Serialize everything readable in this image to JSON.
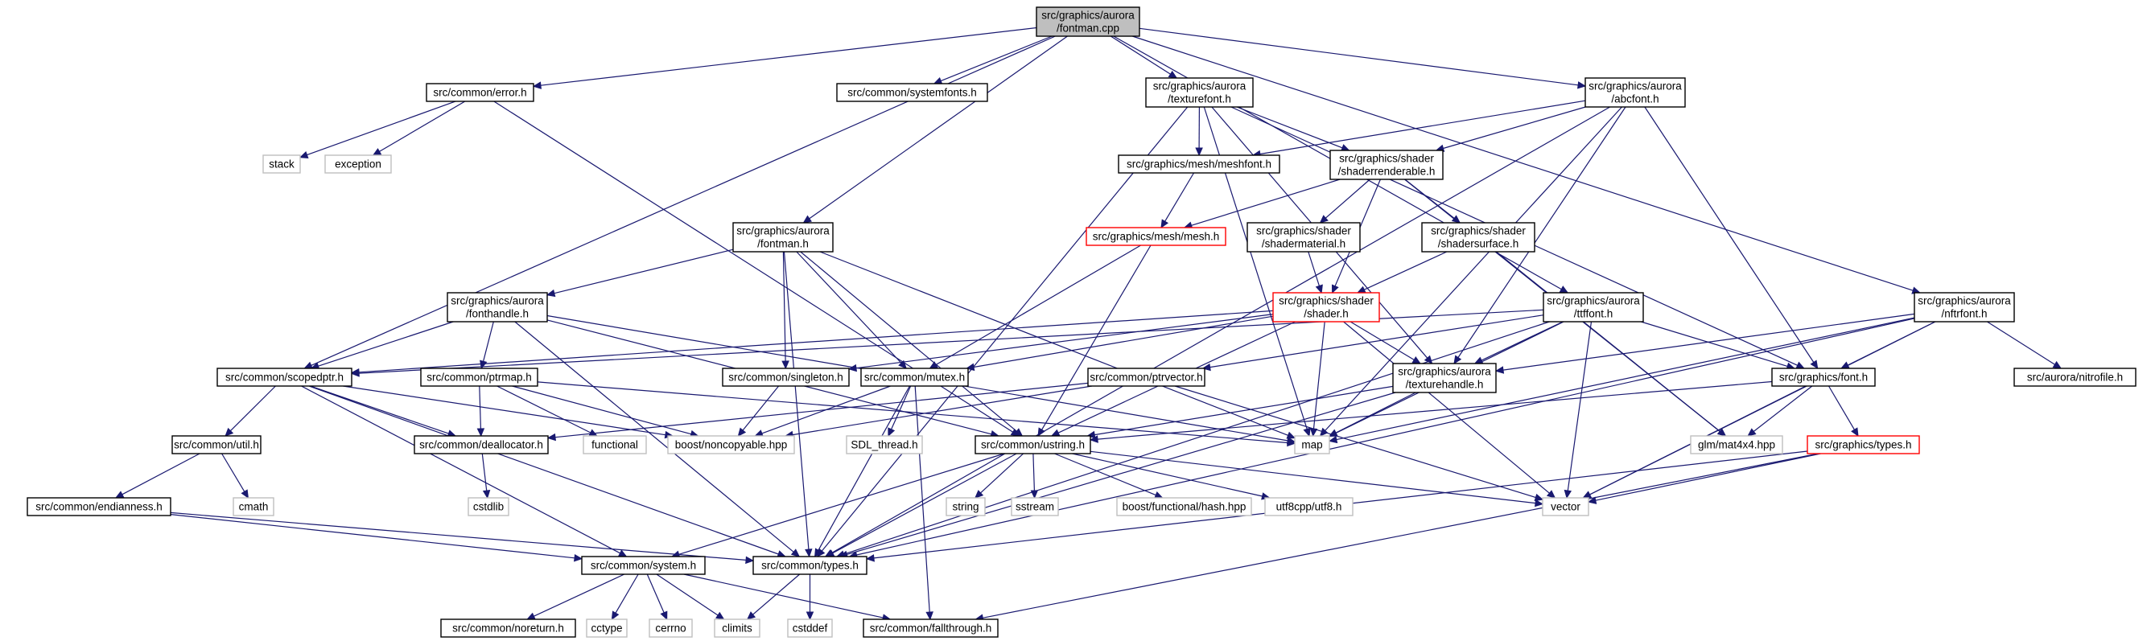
{
  "colors": {
    "edge": "#191970",
    "normal_border": "#000000",
    "incomplete_border": "#ff0000",
    "system_border": "#bfbfbf",
    "root_fill": "#bfbfbf",
    "fill": "#ffffff"
  },
  "nodes": [
    {
      "id": "fontman_cpp",
      "lines": [
        "src/graphics/aurora",
        "/fontman.cpp"
      ],
      "kind": "root"
    },
    {
      "id": "error_h",
      "lines": [
        "src/common/error.h"
      ],
      "kind": "normal"
    },
    {
      "id": "systemfonts_h",
      "lines": [
        "src/common/systemfonts.h"
      ],
      "kind": "normal"
    },
    {
      "id": "texturefont_h",
      "lines": [
        "src/graphics/aurora",
        "/texturefont.h"
      ],
      "kind": "normal"
    },
    {
      "id": "abcfont_h",
      "lines": [
        "src/graphics/aurora",
        "/abcfont.h"
      ],
      "kind": "normal"
    },
    {
      "id": "stack",
      "lines": [
        "stack"
      ],
      "kind": "system"
    },
    {
      "id": "exception",
      "lines": [
        "exception"
      ],
      "kind": "system"
    },
    {
      "id": "meshfont_h",
      "lines": [
        "src/graphics/mesh/meshfont.h"
      ],
      "kind": "normal"
    },
    {
      "id": "shaderrenderable_h",
      "lines": [
        "src/graphics/shader",
        "/shaderrenderable.h"
      ],
      "kind": "normal"
    },
    {
      "id": "fontman_h",
      "lines": [
        "src/graphics/aurora",
        "/fontman.h"
      ],
      "kind": "normal"
    },
    {
      "id": "mesh_h",
      "lines": [
        "src/graphics/mesh/mesh.h"
      ],
      "kind": "incomplete"
    },
    {
      "id": "shadermaterial_h",
      "lines": [
        "src/graphics/shader",
        "/shadermaterial.h"
      ],
      "kind": "normal"
    },
    {
      "id": "shadersurface_h",
      "lines": [
        "src/graphics/shader",
        "/shadersurface.h"
      ],
      "kind": "normal"
    },
    {
      "id": "shader_h",
      "lines": [
        "src/graphics/shader",
        "/shader.h"
      ],
      "kind": "incomplete"
    },
    {
      "id": "ttffont_h",
      "lines": [
        "src/graphics/aurora",
        "/ttffont.h"
      ],
      "kind": "normal"
    },
    {
      "id": "nftrfont_h",
      "lines": [
        "src/graphics/aurora",
        "/nftrfont.h"
      ],
      "kind": "normal"
    },
    {
      "id": "fonthandle_h",
      "lines": [
        "src/graphics/aurora",
        "/fonthandle.h"
      ],
      "kind": "normal"
    },
    {
      "id": "scopedptr_h",
      "lines": [
        "src/common/scopedptr.h"
      ],
      "kind": "normal"
    },
    {
      "id": "ptrmap_h",
      "lines": [
        "src/common/ptrmap.h"
      ],
      "kind": "normal"
    },
    {
      "id": "singleton_h",
      "lines": [
        "src/common/singleton.h"
      ],
      "kind": "normal"
    },
    {
      "id": "mutex_h",
      "lines": [
        "src/common/mutex.h"
      ],
      "kind": "normal"
    },
    {
      "id": "ptrvector_h",
      "lines": [
        "src/common/ptrvector.h"
      ],
      "kind": "normal"
    },
    {
      "id": "texturehandle_h",
      "lines": [
        "src/graphics/aurora",
        "/texturehandle.h"
      ],
      "kind": "normal"
    },
    {
      "id": "font_h",
      "lines": [
        "src/graphics/font.h"
      ],
      "kind": "normal"
    },
    {
      "id": "nitrofile_h",
      "lines": [
        "src/aurora/nitrofile.h"
      ],
      "kind": "normal"
    },
    {
      "id": "util_h",
      "lines": [
        "src/common/util.h"
      ],
      "kind": "normal"
    },
    {
      "id": "deallocator_h",
      "lines": [
        "src/common/deallocator.h"
      ],
      "kind": "normal"
    },
    {
      "id": "functional",
      "lines": [
        "functional"
      ],
      "kind": "system"
    },
    {
      "id": "noncopyable_hpp",
      "lines": [
        "boost/noncopyable.hpp"
      ],
      "kind": "system"
    },
    {
      "id": "sdl_thread_h",
      "lines": [
        "SDL_thread.h"
      ],
      "kind": "system"
    },
    {
      "id": "ustring_h",
      "lines": [
        "src/common/ustring.h"
      ],
      "kind": "normal"
    },
    {
      "id": "map",
      "lines": [
        "map"
      ],
      "kind": "system"
    },
    {
      "id": "mat4x4_hpp",
      "lines": [
        "glm/mat4x4.hpp"
      ],
      "kind": "system"
    },
    {
      "id": "gtypes_h",
      "lines": [
        "src/graphics/types.h"
      ],
      "kind": "incomplete"
    },
    {
      "id": "cmath",
      "lines": [
        "cmath"
      ],
      "kind": "system"
    },
    {
      "id": "cstdlib",
      "lines": [
        "cstdlib"
      ],
      "kind": "system"
    },
    {
      "id": "endianness_h",
      "lines": [
        "src/common/endianness.h"
      ],
      "kind": "normal"
    },
    {
      "id": "string",
      "lines": [
        "string"
      ],
      "kind": "system"
    },
    {
      "id": "sstream",
      "lines": [
        "sstream"
      ],
      "kind": "system"
    },
    {
      "id": "hash_hpp",
      "lines": [
        "boost/functional/hash.hpp"
      ],
      "kind": "system"
    },
    {
      "id": "utf8_h",
      "lines": [
        "utf8cpp/utf8.h"
      ],
      "kind": "system"
    },
    {
      "id": "vector",
      "lines": [
        "vector"
      ],
      "kind": "system"
    },
    {
      "id": "system_h",
      "lines": [
        "src/common/system.h"
      ],
      "kind": "normal"
    },
    {
      "id": "ctypes_h",
      "lines": [
        "src/common/types.h"
      ],
      "kind": "normal"
    },
    {
      "id": "noreturn_h",
      "lines": [
        "src/common/noreturn.h"
      ],
      "kind": "normal"
    },
    {
      "id": "cctype",
      "lines": [
        "cctype"
      ],
      "kind": "system"
    },
    {
      "id": "cerrno",
      "lines": [
        "cerrno"
      ],
      "kind": "system"
    },
    {
      "id": "climits",
      "lines": [
        "climits"
      ],
      "kind": "system"
    },
    {
      "id": "cstddef",
      "lines": [
        "cstddef"
      ],
      "kind": "system"
    },
    {
      "id": "fallthrough_h",
      "lines": [
        "src/common/fallthrough.h"
      ],
      "kind": "normal"
    }
  ],
  "edges": [
    [
      "fontman_cpp",
      "error_h"
    ],
    [
      "fontman_cpp",
      "systemfonts_h"
    ],
    [
      "fontman_cpp",
      "texturefont_h"
    ],
    [
      "fontman_cpp",
      "abcfont_h"
    ],
    [
      "fontman_cpp",
      "fontman_h"
    ],
    [
      "fontman_cpp",
      "scopedptr_h"
    ],
    [
      "fontman_cpp",
      "ttffont_h"
    ],
    [
      "fontman_cpp",
      "nftrfont_h"
    ],
    [
      "error_h",
      "stack"
    ],
    [
      "error_h",
      "exception"
    ],
    [
      "error_h",
      "ustring_h"
    ],
    [
      "texturefont_h",
      "meshfont_h"
    ],
    [
      "texturefont_h",
      "shaderrenderable_h"
    ],
    [
      "texturefont_h",
      "texturehandle_h"
    ],
    [
      "texturefont_h",
      "font_h"
    ],
    [
      "texturefont_h",
      "map"
    ],
    [
      "texturefont_h",
      "ctypes_h"
    ],
    [
      "abcfont_h",
      "meshfont_h"
    ],
    [
      "abcfont_h",
      "shaderrenderable_h"
    ],
    [
      "abcfont_h",
      "texturehandle_h"
    ],
    [
      "abcfont_h",
      "font_h"
    ],
    [
      "abcfont_h",
      "map"
    ],
    [
      "abcfont_h",
      "ctypes_h"
    ],
    [
      "meshfont_h",
      "mesh_h"
    ],
    [
      "shaderrenderable_h",
      "mesh_h"
    ],
    [
      "shaderrenderable_h",
      "shadermaterial_h"
    ],
    [
      "shaderrenderable_h",
      "shadersurface_h"
    ],
    [
      "shaderrenderable_h",
      "shader_h"
    ],
    [
      "shaderrenderable_h",
      "mat4x4_hpp"
    ],
    [
      "fontman_h",
      "fonthandle_h"
    ],
    [
      "fontman_h",
      "singleton_h"
    ],
    [
      "fontman_h",
      "mutex_h"
    ],
    [
      "fontman_h",
      "ustring_h"
    ],
    [
      "fontman_h",
      "map"
    ],
    [
      "fontman_h",
      "ctypes_h"
    ],
    [
      "mesh_h",
      "mutex_h"
    ],
    [
      "mesh_h",
      "ustring_h"
    ],
    [
      "shadermaterial_h",
      "shader_h"
    ],
    [
      "shadersurface_h",
      "shader_h"
    ],
    [
      "shadersurface_h",
      "mat4x4_hpp"
    ],
    [
      "shader_h",
      "singleton_h"
    ],
    [
      "shader_h",
      "mutex_h"
    ],
    [
      "shader_h",
      "ustring_h"
    ],
    [
      "shader_h",
      "texturehandle_h"
    ],
    [
      "shader_h",
      "map"
    ],
    [
      "shader_h",
      "vector"
    ],
    [
      "shader_h",
      "scopedptr_h"
    ],
    [
      "ttffont_h",
      "ptrvector_h"
    ],
    [
      "ttffont_h",
      "texturehandle_h"
    ],
    [
      "ttffont_h",
      "font_h"
    ],
    [
      "ttffont_h",
      "map"
    ],
    [
      "ttffont_h",
      "vector"
    ],
    [
      "ttffont_h",
      "ctypes_h"
    ],
    [
      "ttffont_h",
      "scopedptr_h"
    ],
    [
      "nftrfont_h",
      "nitrofile_h"
    ],
    [
      "nftrfont_h",
      "font_h"
    ],
    [
      "nftrfont_h",
      "texturehandle_h"
    ],
    [
      "nftrfont_h",
      "map"
    ],
    [
      "nftrfont_h",
      "vector"
    ],
    [
      "nftrfont_h",
      "ctypes_h"
    ],
    [
      "fonthandle_h",
      "scopedptr_h"
    ],
    [
      "fonthandle_h",
      "ptrmap_h"
    ],
    [
      "fonthandle_h",
      "ustring_h"
    ],
    [
      "fonthandle_h",
      "ctypes_h"
    ],
    [
      "fonthandle_h",
      "map"
    ],
    [
      "scopedptr_h",
      "util_h"
    ],
    [
      "scopedptr_h",
      "deallocator_h"
    ],
    [
      "scopedptr_h",
      "noncopyable_hpp"
    ],
    [
      "scopedptr_h",
      "system_h"
    ],
    [
      "scopedptr_h",
      "ctypes_h"
    ],
    [
      "ptrmap_h",
      "deallocator_h"
    ],
    [
      "ptrmap_h",
      "functional"
    ],
    [
      "ptrmap_h",
      "noncopyable_hpp"
    ],
    [
      "ptrmap_h",
      "map"
    ],
    [
      "singleton_h",
      "noncopyable_hpp"
    ],
    [
      "mutex_h",
      "noncopyable_hpp"
    ],
    [
      "mutex_h",
      "sdl_thread_h"
    ],
    [
      "mutex_h",
      "ctypes_h"
    ],
    [
      "mutex_h",
      "fallthrough_h"
    ],
    [
      "ptrvector_h",
      "deallocator_h"
    ],
    [
      "ptrvector_h",
      "noncopyable_hpp"
    ],
    [
      "ptrvector_h",
      "vector"
    ],
    [
      "texturehandle_h",
      "ustring_h"
    ],
    [
      "texturehandle_h",
      "map"
    ],
    [
      "texturehandle_h",
      "ctypes_h"
    ],
    [
      "font_h",
      "ustring_h"
    ],
    [
      "font_h",
      "mat4x4_hpp"
    ],
    [
      "font_h",
      "gtypes_h"
    ],
    [
      "font_h",
      "vector"
    ],
    [
      "util_h",
      "endianness_h"
    ],
    [
      "util_h",
      "cmath"
    ],
    [
      "deallocator_h",
      "cstdlib"
    ],
    [
      "endianness_h",
      "system_h"
    ],
    [
      "endianness_h",
      "ctypes_h"
    ],
    [
      "ustring_h",
      "string"
    ],
    [
      "ustring_h",
      "sstream"
    ],
    [
      "ustring_h",
      "hash_hpp"
    ],
    [
      "ustring_h",
      "utf8_h"
    ],
    [
      "ustring_h",
      "vector"
    ],
    [
      "ustring_h",
      "system_h"
    ],
    [
      "ustring_h",
      "ctypes_h"
    ],
    [
      "gtypes_h",
      "vector"
    ],
    [
      "gtypes_h",
      "ctypes_h"
    ],
    [
      "gtypes_h",
      "fallthrough_h"
    ],
    [
      "system_h",
      "noreturn_h"
    ],
    [
      "system_h",
      "cctype"
    ],
    [
      "system_h",
      "cerrno"
    ],
    [
      "system_h",
      "climits"
    ],
    [
      "system_h",
      "fallthrough_h"
    ],
    [
      "ctypes_h",
      "climits"
    ],
    [
      "ctypes_h",
      "cstddef"
    ]
  ]
}
